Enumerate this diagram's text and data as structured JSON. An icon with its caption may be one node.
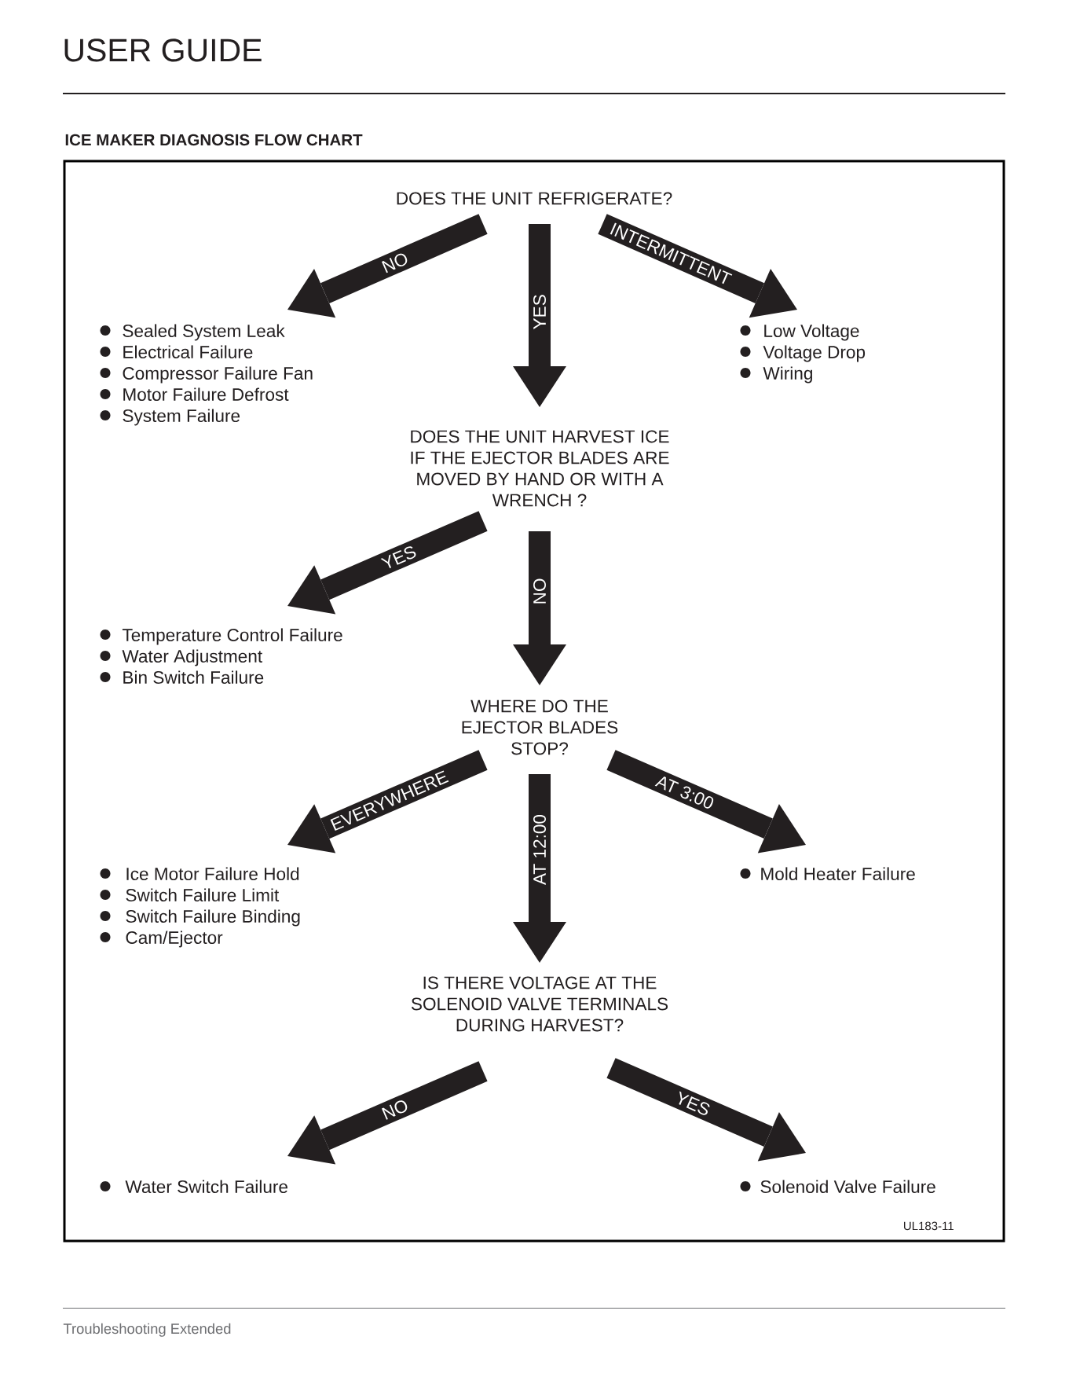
{
  "diagram": {
    "title": "ICE MAKER DIAGNOSIS FLOW CHART",
    "nodes": [
      {
        "text": [
          "DOES THE UNIT REFRIGERATE?"
        ]
      },
      {
        "text": [
          "Sealed System Leak",
          "Electrical Failure",
          "Compressor Failure Fan",
          "Motor Failure Defrost",
          "System Failure"
        ]
      },
      {
        "text": [
          "Low Voltage",
          "Voltage Drop",
          "Wiring"
        ]
      },
      {
        "text": [
          "DOES THE UNIT HARVEST ICE IF THE EJECTOR BLADES ARE MOVED BY HAND OR WITH A WRENCH ?"
        ]
      },
      {
        "text": [
          "Temperature Control Failure",
          "Water Adjustment",
          "Bin Switch Failure"
        ]
      },
      {
        "text": [
          "WHERE DO THE EJECTOR BLADES STOP?"
        ]
      },
      {
        "text": [
          "Ice Motor Failure Hold",
          "Switch Failure Limit",
          "Switch Failure Binding",
          "Cam/Ejector"
        ]
      },
      {
        "text": [
          "Mold Heater Failure"
        ]
      },
      {
        "text": [
          "IS THERE VOLTAGE AT THE SOLENOID VALVE TERMINALS DURING HARVEST?"
        ]
      },
      {
        "text": [
          "Water Switch Failure"
        ]
      },
      {
        "text": [
          "Solenoid Valve Failure"
        ]
      }
    ],
    "edges": [
      {
        "from": 0,
        "to": 1,
        "arrow": "to",
        "label": "NO"
      },
      {
        "from": 0,
        "to": 3,
        "arrow": "to",
        "label": "YES"
      },
      {
        "from": 0,
        "to": 2,
        "arrow": "to",
        "label": "INTERMITTENT"
      },
      {
        "from": 3,
        "to": 4,
        "arrow": "to",
        "label": "YES"
      },
      {
        "from": 3,
        "to": 5,
        "arrow": "to",
        "label": "NO"
      },
      {
        "from": 5,
        "to": 6,
        "arrow": "to",
        "label": "EVERYWHERE"
      },
      {
        "from": 5,
        "to": 8,
        "arrow": "to",
        "label": "AT 12:00"
      },
      {
        "from": 5,
        "to": 7,
        "arrow": "to",
        "label": "AT 3:00"
      },
      {
        "from": 8,
        "to": 9,
        "arrow": "to",
        "label": "NO"
      },
      {
        "from": 8,
        "to": 10,
        "arrow": "to",
        "label": "YES"
      }
    ],
    "labels": [
      "USER GUIDE",
      "UL183-11",
      "Troubleshooting Extended"
    ]
  }
}
